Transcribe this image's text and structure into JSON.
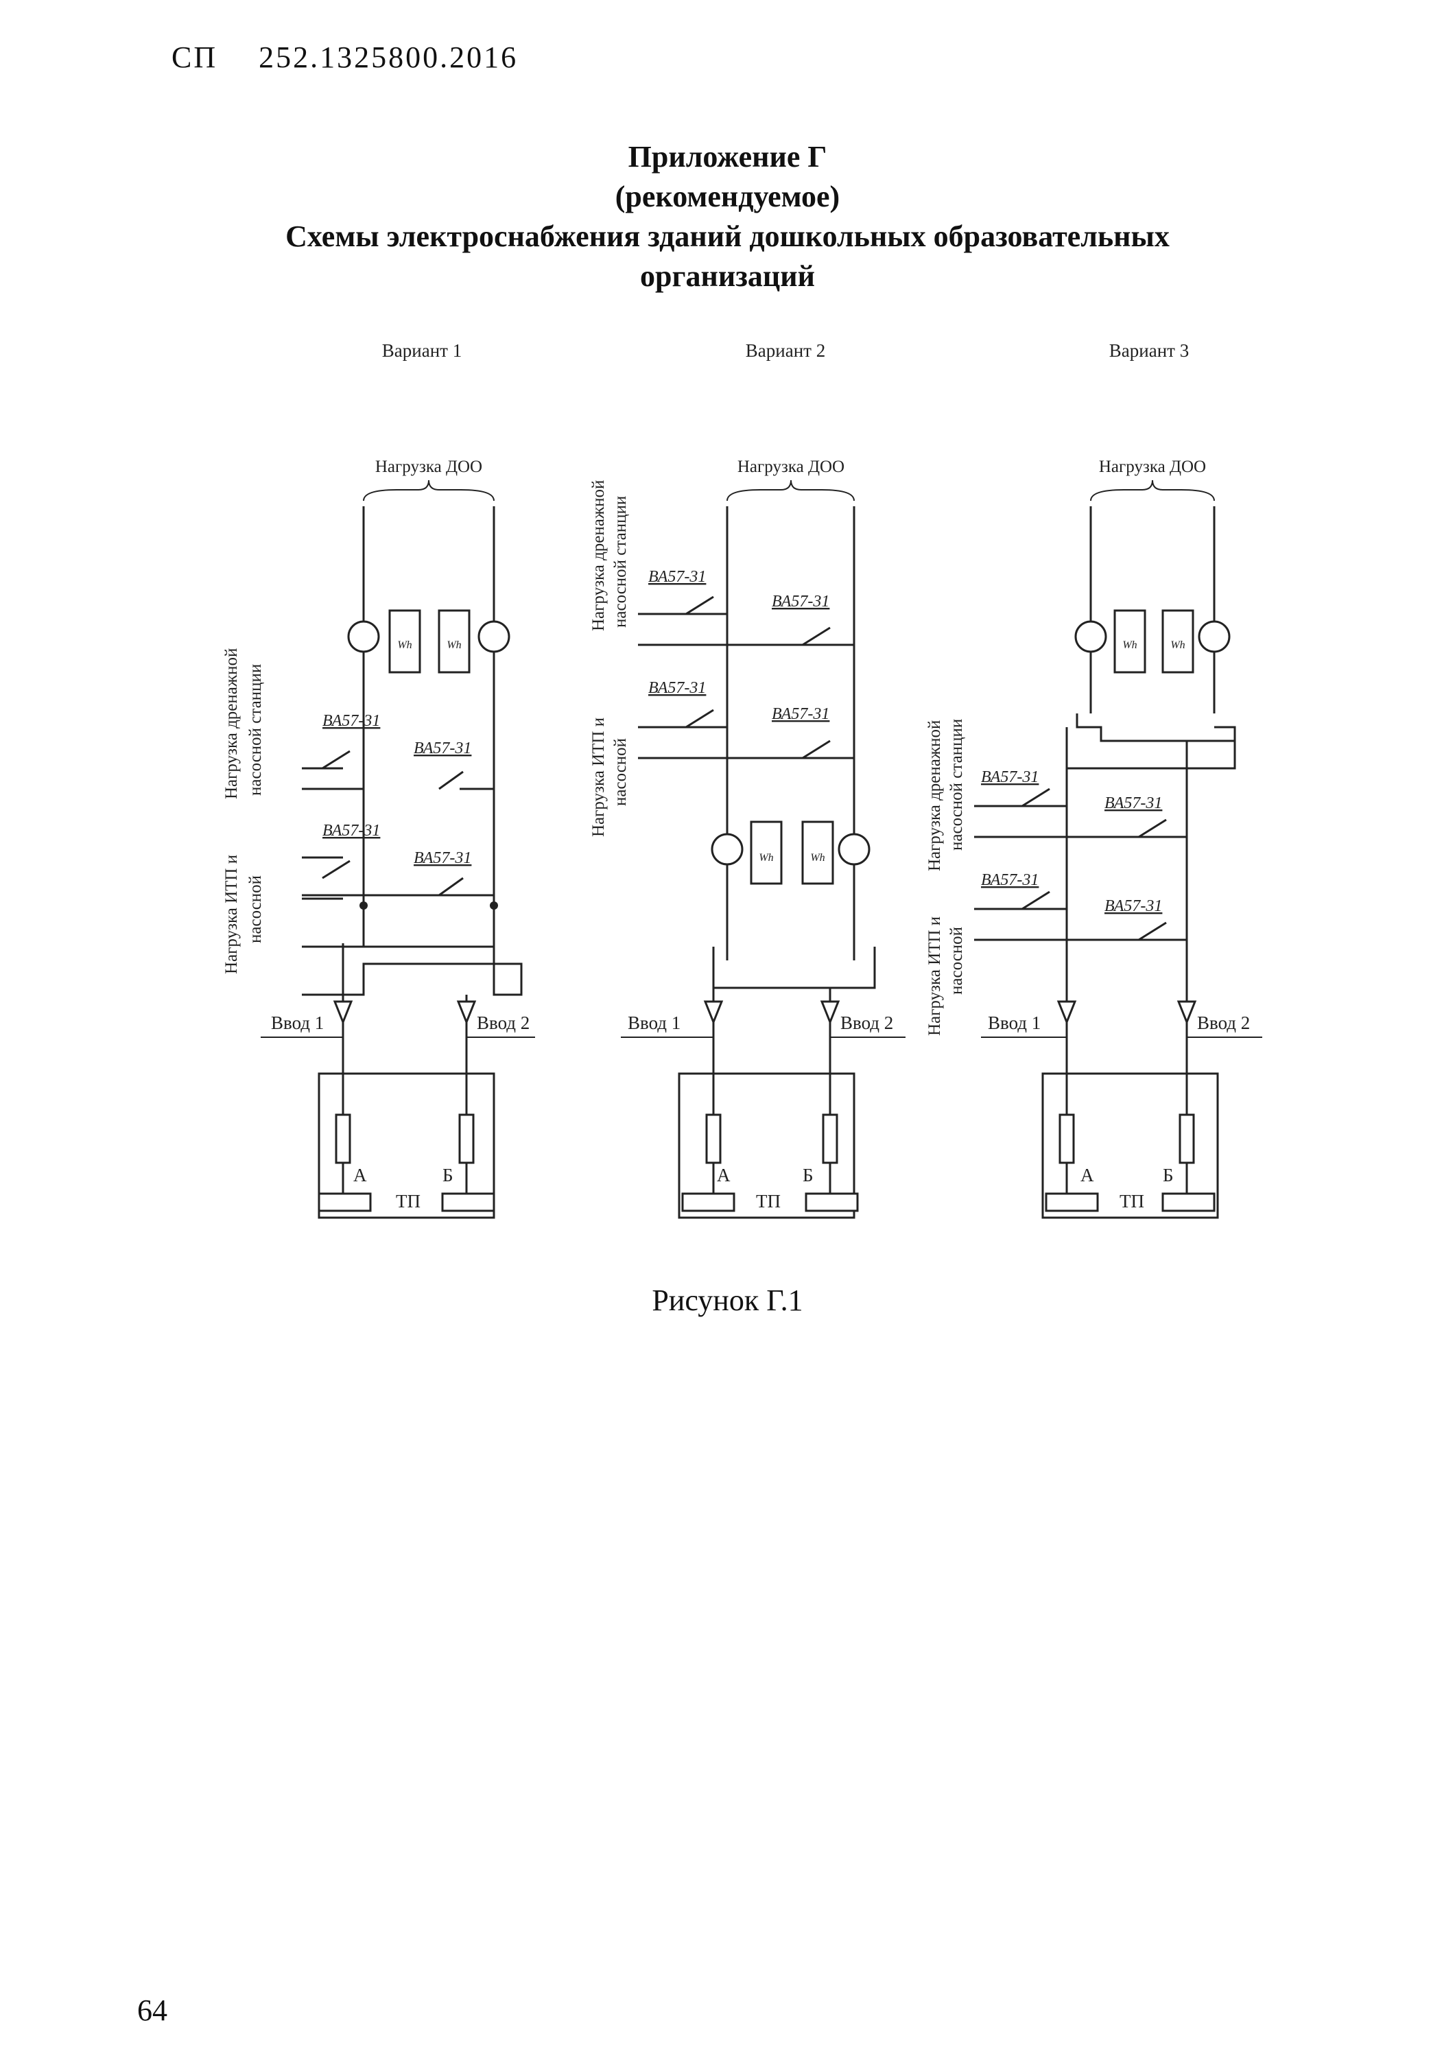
{
  "header": {
    "code_prefix": "СП",
    "code_number": "252.1325800.2016"
  },
  "title": {
    "line1": "Приложение Г",
    "line2": "(рекомендуемое)",
    "line3": "Схемы электроснабжения зданий дошкольных образовательных",
    "line4": "организаций"
  },
  "variants": [
    {
      "label": "Вариант 1"
    },
    {
      "label": "Вариант 2"
    },
    {
      "label": "Вариант 3"
    }
  ],
  "labels": {
    "load_doo": "Нагрузка ДОО",
    "load_drain": "Нагрузка дренажной",
    "pump_station": "насосной станции",
    "load_itp": "Нагрузка ИТП и",
    "pump": "насосной",
    "breaker": "ВА57-31",
    "input1": "Ввод 1",
    "input2": "Ввод 2",
    "meter": "Wh",
    "section_a": "А",
    "section_b": "Б",
    "substation": "ТП"
  },
  "caption": "Рисунок Г.1",
  "page_number": "64"
}
